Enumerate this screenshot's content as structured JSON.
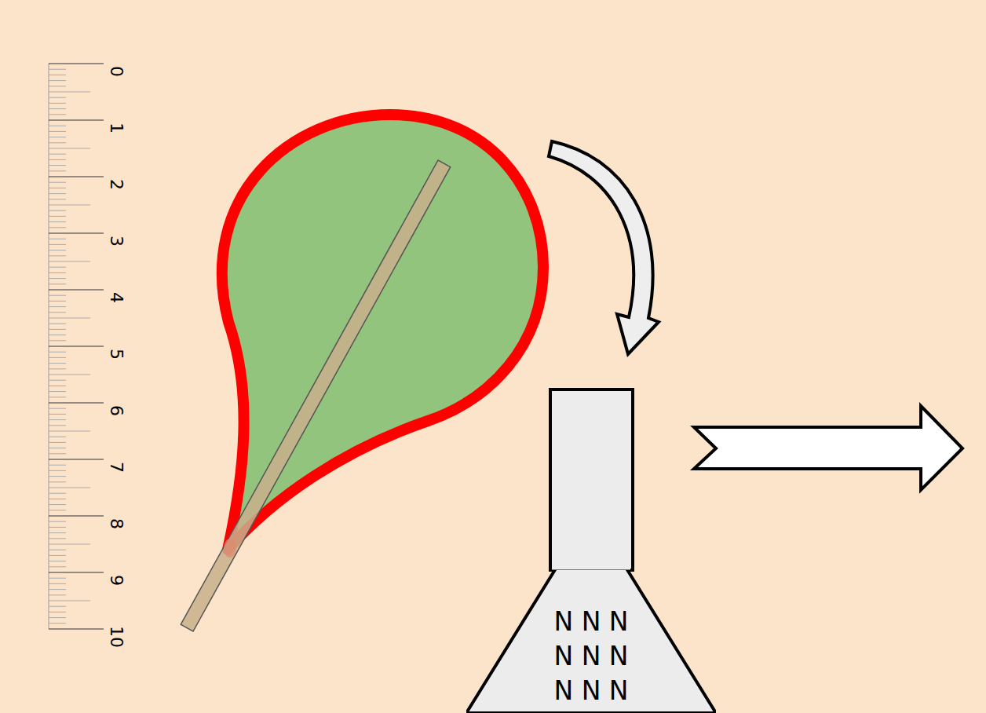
{
  "diagram": {
    "nodes": [
      {
        "text": [
          "N N N N N N N N N"
        ]
      }
    ],
    "labels": [
      "0",
      "1",
      "2",
      "3",
      "4",
      "5",
      "6",
      "7",
      "8",
      "9",
      "10"
    ]
  }
}
